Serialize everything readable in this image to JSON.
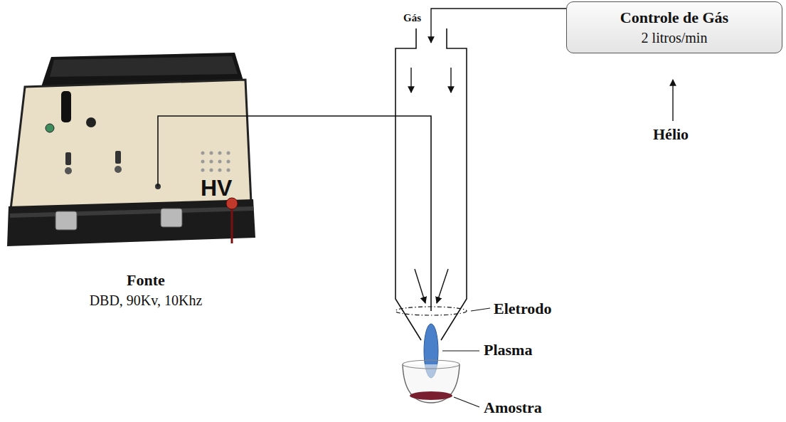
{
  "diagram": {
    "nodes": [
      {
        "text": [
          "Fonte",
          "DBD, 90Kv, 10Khz"
        ]
      },
      {
        "text": [
          "Controle de Gás",
          "2 litros/min"
        ]
      }
    ],
    "labels": [
      "Gás",
      "Hélio",
      "HV",
      "Eletrodo",
      "Plasma",
      "Amostra"
    ]
  }
}
